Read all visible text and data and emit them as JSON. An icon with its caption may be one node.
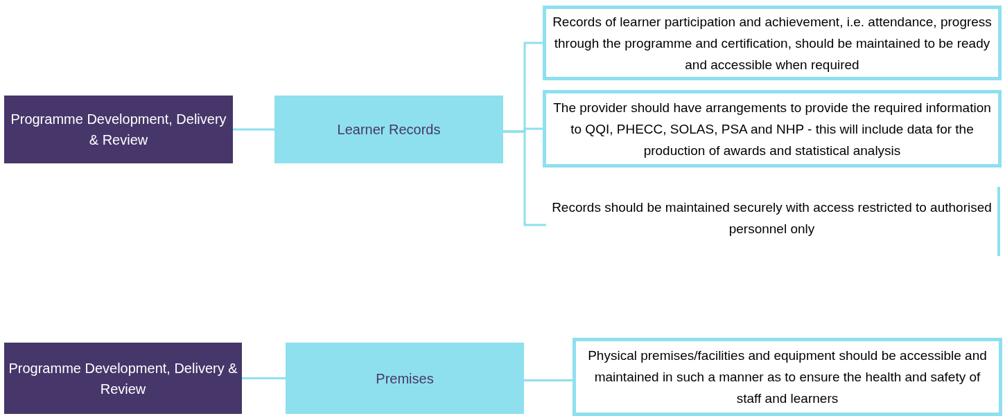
{
  "diagram": {
    "nodes": [
      {
        "text": [
          "Programme Development, Delivery & Review"
        ]
      },
      {
        "text": [
          "Learner Records"
        ]
      },
      {
        "text": [
          "Records of learner participation and achievement, i.e. attendance, progress through the programme and certification, should be maintained to be ready and accessible when required"
        ]
      },
      {
        "text": [
          "The provider should have arrangements to provide the required information to QQI, PHECC, SOLAS, PSA and NHP - this will include data for the production of awards and statistical analysis"
        ]
      },
      {
        "text": [
          "Records should be maintained securely with access restricted to authorised personnel only"
        ]
      },
      {
        "text": [
          "Programme Development, Delivery & Review"
        ]
      },
      {
        "text": [
          "Premises"
        ]
      },
      {
        "text": [
          "Physical premises/facilities and equipment should be accessible and maintained in such a manner as to ensure the health and safety of staff and learners"
        ]
      }
    ],
    "edges": [
      {
        "from": 0,
        "to": 1,
        "arrow": "none"
      },
      {
        "from": 1,
        "to": 2,
        "arrow": "none"
      },
      {
        "from": 1,
        "to": 3,
        "arrow": "none"
      },
      {
        "from": 1,
        "to": 4,
        "arrow": "none"
      },
      {
        "from": 5,
        "to": 6,
        "arrow": "none"
      },
      {
        "from": 6,
        "to": 7,
        "arrow": "none"
      }
    ]
  }
}
